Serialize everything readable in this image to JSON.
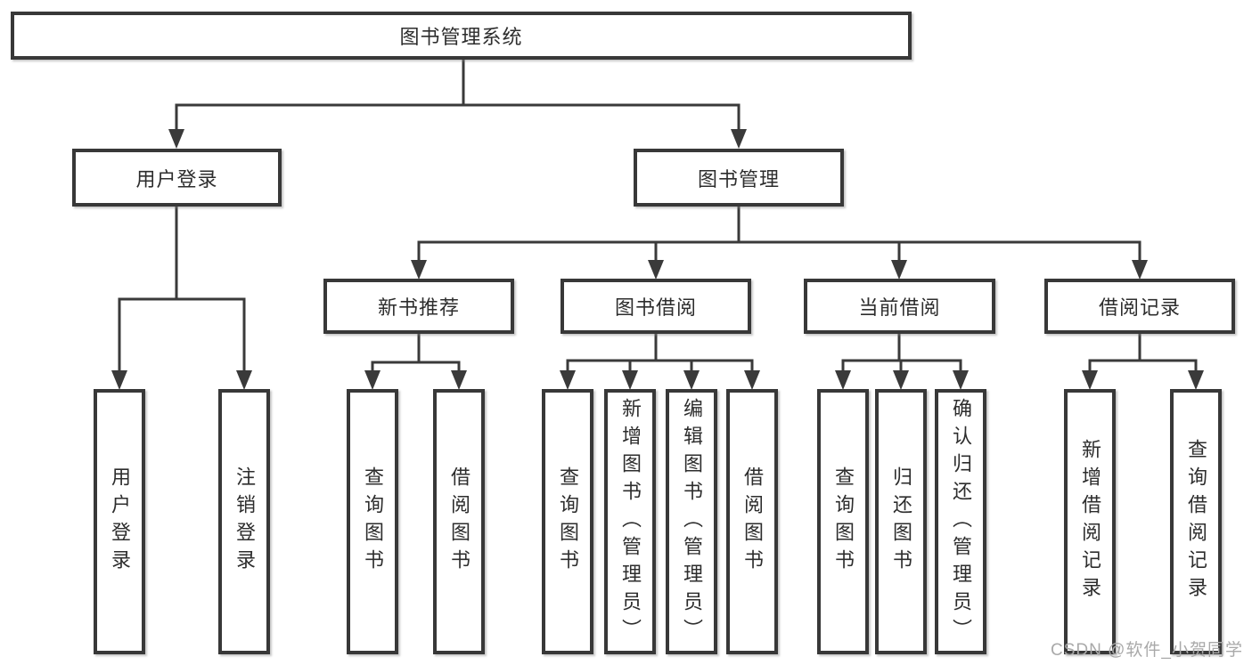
{
  "tree": {
    "root": {
      "label": "图书管理系统"
    },
    "children": [
      {
        "label": "用户登录",
        "children": [
          {
            "label": "用户登录"
          },
          {
            "label": "注销登录"
          }
        ]
      },
      {
        "label": "图书管理",
        "children": [
          {
            "label": "新书推荐",
            "children": [
              {
                "label": "查询图书"
              },
              {
                "label": "借阅图书"
              }
            ]
          },
          {
            "label": "图书借阅",
            "children": [
              {
                "label": "查询图书"
              },
              {
                "label": "新增图书（管理员）"
              },
              {
                "label": "编辑图书（管理员）"
              },
              {
                "label": "借阅图书"
              }
            ]
          },
          {
            "label": "当前借阅",
            "children": [
              {
                "label": "查询图书"
              },
              {
                "label": "归还图书"
              },
              {
                "label": "确认归还（管理员）"
              }
            ]
          },
          {
            "label": "借阅记录",
            "children": [
              {
                "label": "新增借阅记录"
              },
              {
                "label": "查询借阅记录"
              }
            ]
          }
        ]
      }
    ]
  },
  "watermark": {
    "text": "CSDN @软件_小贺同学"
  },
  "colors": {
    "line": "#3a3a3a",
    "box_border": "#383838",
    "text": "#2d2d2d",
    "watermark": "#a9a9a9",
    "background": "#ffffff"
  }
}
